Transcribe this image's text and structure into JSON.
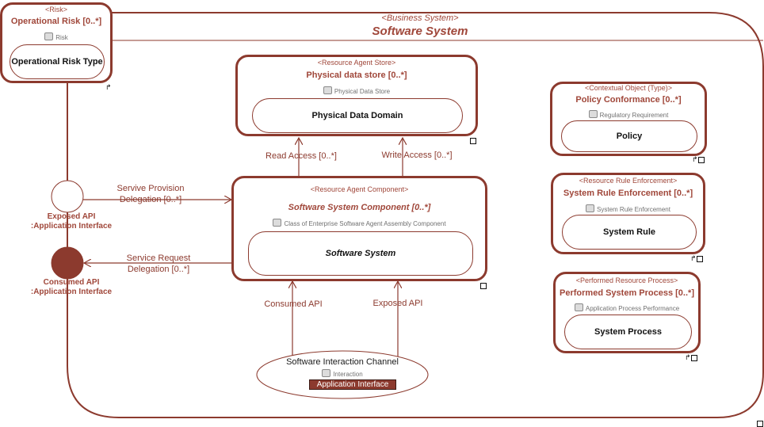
{
  "colors": {
    "accent": "#8c3a2e",
    "label": "#a0473a",
    "port_fill": "#8c3a2e"
  },
  "system": {
    "stereotype": "<Business System>",
    "title": "Software System"
  },
  "risk": {
    "stereotype": "<Risk>",
    "title": "Operational Risk [0..*]",
    "classifier": "Risk",
    "inner": "Operational Risk Type"
  },
  "store": {
    "stereotype": "<Resource Agent Store>",
    "title": "Physical data store [0..*]",
    "classifier": "Physical Data Store",
    "inner": "Physical Data Domain"
  },
  "component": {
    "stereotype": "<Resource Agent Component>",
    "title": "Software System Component [0..*]",
    "classifier": "Class of Enterprise Software Agent Assembly Component",
    "inner": "Software System"
  },
  "policy": {
    "stereotype": "<Contextual Object (Type)>",
    "title": "Policy Conformance [0..*]",
    "classifier": "Regulatory Requirement",
    "inner": "Policy"
  },
  "rule": {
    "stereotype": "<Resource Rule Enforcement>",
    "title": "System Rule Enforcement [0..*]",
    "classifier": "System Rule Enforcement",
    "inner": "System Rule"
  },
  "process": {
    "stereotype": "<Performed Resource Process>",
    "title": "Performed System Process [0..*]",
    "classifier": "Application Process Performance",
    "inner": "System Process"
  },
  "ports": {
    "exposed": {
      "line1": "Exposed API",
      "line2": ":Application Interface"
    },
    "consumed": {
      "line1": "Consumed API",
      "line2": ":Application Interface"
    }
  },
  "connectors": {
    "read": "Read Access [0..*]",
    "write": "Write Access [0..*]",
    "provision_1": "Servive Provision",
    "provision_2": "Delegation [0..*]",
    "request_1": "Service Request",
    "request_2": "Delegation [0..*]",
    "consumed_api": "Consumed API",
    "exposed_api": "Exposed API"
  },
  "channel": {
    "title": "Software Interaction Channel",
    "classifier": "Interaction",
    "type": "Application Interface"
  }
}
